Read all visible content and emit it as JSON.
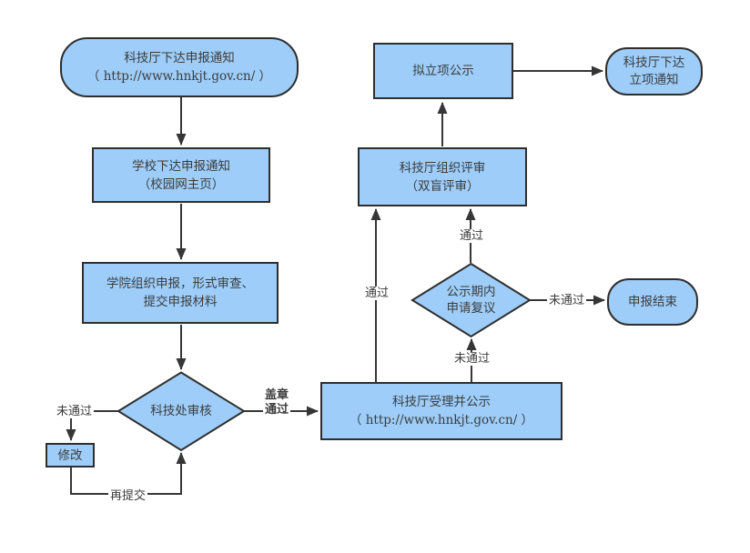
{
  "palette": {
    "background": "#ffffff",
    "node_fill": "#9dcdf8",
    "node_border": "#2e2e2e",
    "connector": "#363636",
    "text": "#3c3c3c"
  },
  "nodes": {
    "province_notice": {
      "line1": "科技厅下达申报通知",
      "line2": "（ http://www.hnkjt.gov.cn/ ）"
    },
    "school_notice": {
      "line1": "学校下达申报通知",
      "line2": "（校园网主页）"
    },
    "college_apply": {
      "line1": "学院组织申报，形式审查、",
      "line2": "提交申报材料"
    },
    "keji_audit": {
      "line1": "科技处审核"
    },
    "revise": {
      "line1": "修改"
    },
    "accept_publicity": {
      "line1": "科技厅受理并公示",
      "line2": "（ http://www.hnkjt.gov.cn/ ）"
    },
    "org_review": {
      "line1": "科技厅组织评审",
      "line2": "（双盲评审）"
    },
    "proposed_publicity": {
      "line1": "拟立项公示"
    },
    "grant_notice": {
      "line1": "科技厅下达",
      "line2": "立项通知"
    },
    "reconsider": {
      "line1": "公示期内",
      "line2": "申请复议"
    },
    "end": {
      "line1": "申报结束"
    }
  },
  "labels": {
    "not_pass_left": "未通过",
    "resubmit": "再提交",
    "seal_line1": "盖章",
    "seal_line2": "通过",
    "pass_to_review_left": "通过",
    "not_pass_to_reconsider": "未通过",
    "pass_from_reconsider": "通过",
    "not_pass_right": "未通过"
  }
}
